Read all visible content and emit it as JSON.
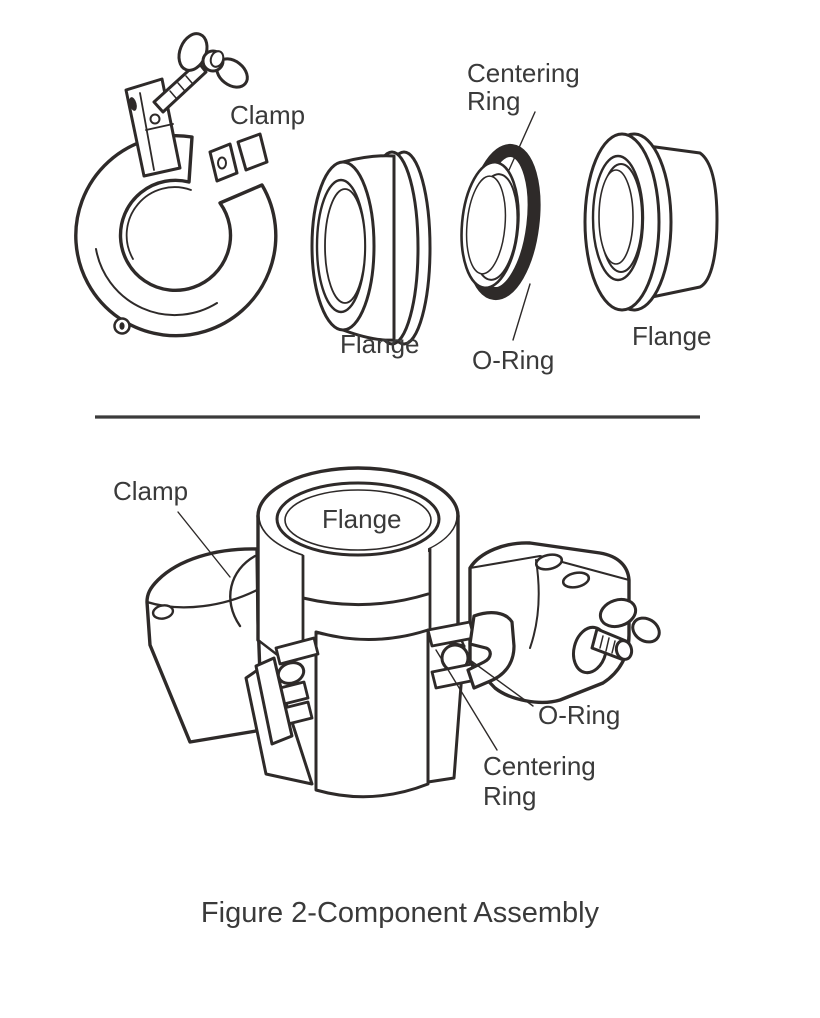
{
  "figure": {
    "caption": "Figure 2-Component Assembly",
    "colors": {
      "line": "#2e2a29",
      "text": "#3a3a3a",
      "oring": "#2e2a29",
      "background": "#ffffff"
    },
    "exploded_view": {
      "labels": {
        "clamp": "Clamp",
        "flange_left": "Flange",
        "centering_ring_line1": "Centering",
        "centering_ring_line2": "Ring",
        "o_ring": "O-Ring",
        "flange_right": "Flange"
      }
    },
    "assembled_view": {
      "labels": {
        "clamp": "Clamp",
        "flange": "Flange",
        "o_ring": "O-Ring",
        "centering_ring_line1": "Centering",
        "centering_ring_line2": "Ring"
      }
    }
  }
}
